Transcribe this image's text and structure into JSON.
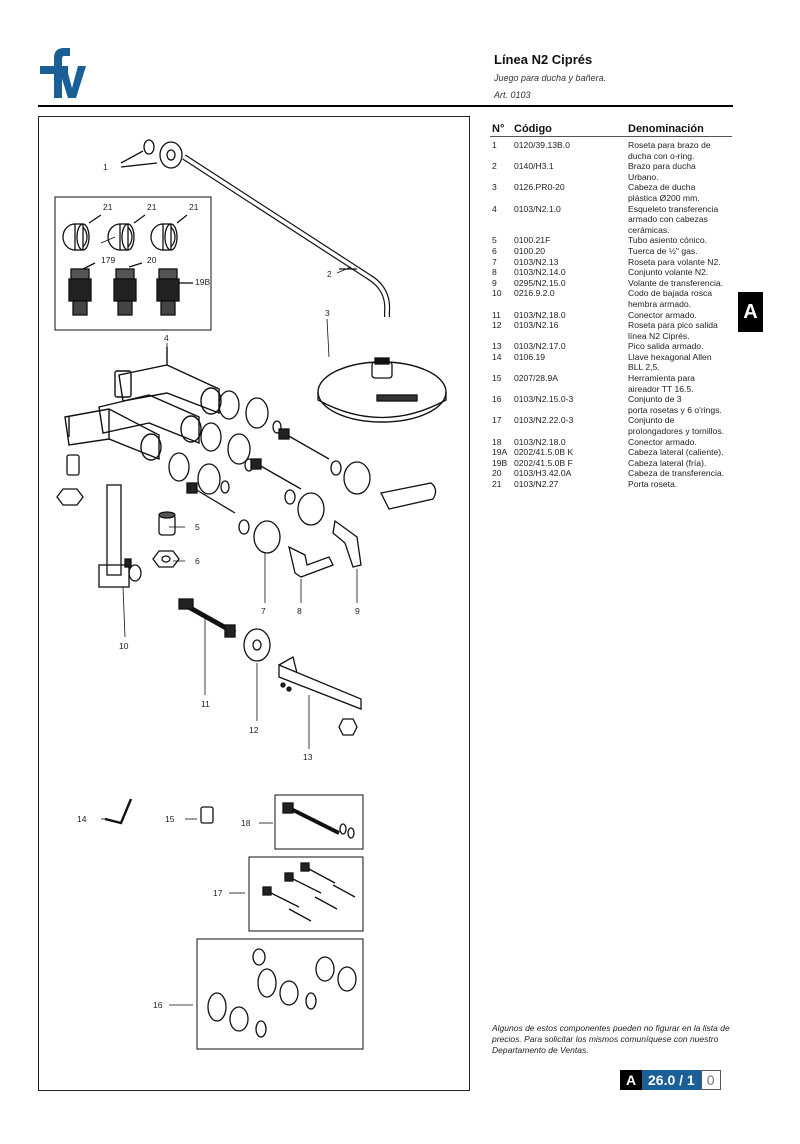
{
  "header": {
    "title": "Línea N2 Ciprés",
    "subtitle": "Juego para ducha y bañera.",
    "article": "Art. 0103"
  },
  "table": {
    "headers": {
      "no": "N°",
      "code": "Código",
      "denomination": "Denominación"
    },
    "rows": [
      {
        "no": "1",
        "code": "0120/39.13B.0",
        "lines": [
          "Roseta para brazo de",
          "ducha con o-ring."
        ]
      },
      {
        "no": "2",
        "code": "0140/H3.1",
        "lines": [
          "Brazo para ducha",
          "Urbano."
        ]
      },
      {
        "no": "3",
        "code": "0126.PR0-20",
        "lines": [
          "Cabeza de ducha",
          "plástica Ø200 mm."
        ]
      },
      {
        "no": "4",
        "code": "0103/N2.1.0",
        "lines": [
          "Esqueleto transferencia",
          "armado con cabezas",
          "cerámicas."
        ]
      },
      {
        "no": "5",
        "code": "0100.21F",
        "lines": [
          "Tubo asiento cónico."
        ]
      },
      {
        "no": "6",
        "code": "0100.20",
        "lines": [
          "Tuerca de ½\" gas."
        ]
      },
      {
        "no": "7",
        "code": "0103/N2.13",
        "lines": [
          "Roseta para volante N2."
        ]
      },
      {
        "no": "8",
        "code": "0103/N2.14.0",
        "lines": [
          "Conjunto volante N2."
        ]
      },
      {
        "no": "9",
        "code": "0295/N2.15.0",
        "lines": [
          "Volante de transferencia."
        ]
      },
      {
        "no": "10",
        "code": "0216.9.2.0",
        "lines": [
          "Codo de bajada rosca",
          "hembra armado."
        ]
      },
      {
        "no": "11",
        "code": "0103/N2.18.0",
        "lines": [
          "Conector armado."
        ]
      },
      {
        "no": "12",
        "code": "0103/N2.16",
        "lines": [
          "Roseta para pico salida",
          "línea N2 Ciprés."
        ]
      },
      {
        "no": "13",
        "code": "0103/N2.17.0",
        "lines": [
          "Pico salida armado."
        ]
      },
      {
        "no": "14",
        "code": "0106.19",
        "lines": [
          "Llave hexagonal Allen",
          "BLL 2,5."
        ]
      },
      {
        "no": "15",
        "code": "0207/28.9A",
        "lines": [
          "Herramienta para",
          "aireador TT 16.5."
        ]
      },
      {
        "no": "16",
        "code": "0103/N2.15.0-3",
        "lines": [
          "Conjunto de 3",
          "porta rosetas y 6 o'rings."
        ]
      },
      {
        "no": "17",
        "code": "0103/N2.22.0-3",
        "lines": [
          "Conjunto de",
          "prolongadores y tornillos."
        ]
      },
      {
        "no": "18",
        "code": "0103/N2.18.0",
        "lines": [
          "Conector armado."
        ]
      },
      {
        "no": "19A",
        "code": "0202/41.5.0B K",
        "lines": [
          "Cabeza lateral (caliente)."
        ]
      },
      {
        "no": "19B",
        "code": "0202/41.5.0B F",
        "lines": [
          "Cabeza lateral (fría)."
        ]
      },
      {
        "no": "20",
        "code": "0103/H3.42.0A",
        "lines": [
          "Cabeza de transferencia."
        ]
      },
      {
        "no": "21",
        "code": "0103/N2.27",
        "lines": [
          "Porta roseta."
        ]
      }
    ]
  },
  "section_tab": "A",
  "footer_note": "Algunos de estos componentes pueden no figurar en la lista de precios. Para solicitar los mismos comuníquese con nuestro Departamento de Ventas.",
  "page_ref": {
    "letter": "A",
    "number": "26.0 / 1",
    "revision": "0"
  },
  "diagram_labels": {
    "l1": "1",
    "l2": "2",
    "l3": "3",
    "l4": "4",
    "l5": "5",
    "l6": "6",
    "l7": "7",
    "l8": "8",
    "l9": "9",
    "l10": "10",
    "l11": "11",
    "l12": "12",
    "l13": "13",
    "l14": "14",
    "l15": "15",
    "l16": "16",
    "l17": "17",
    "l18": "18",
    "l19b": "19B",
    "l20": "20",
    "l21a": "21",
    "l21b": "21",
    "l21c": "21",
    "l179": "179"
  },
  "colors": {
    "brand_blue": "#1a5f96",
    "black": "#000000"
  }
}
